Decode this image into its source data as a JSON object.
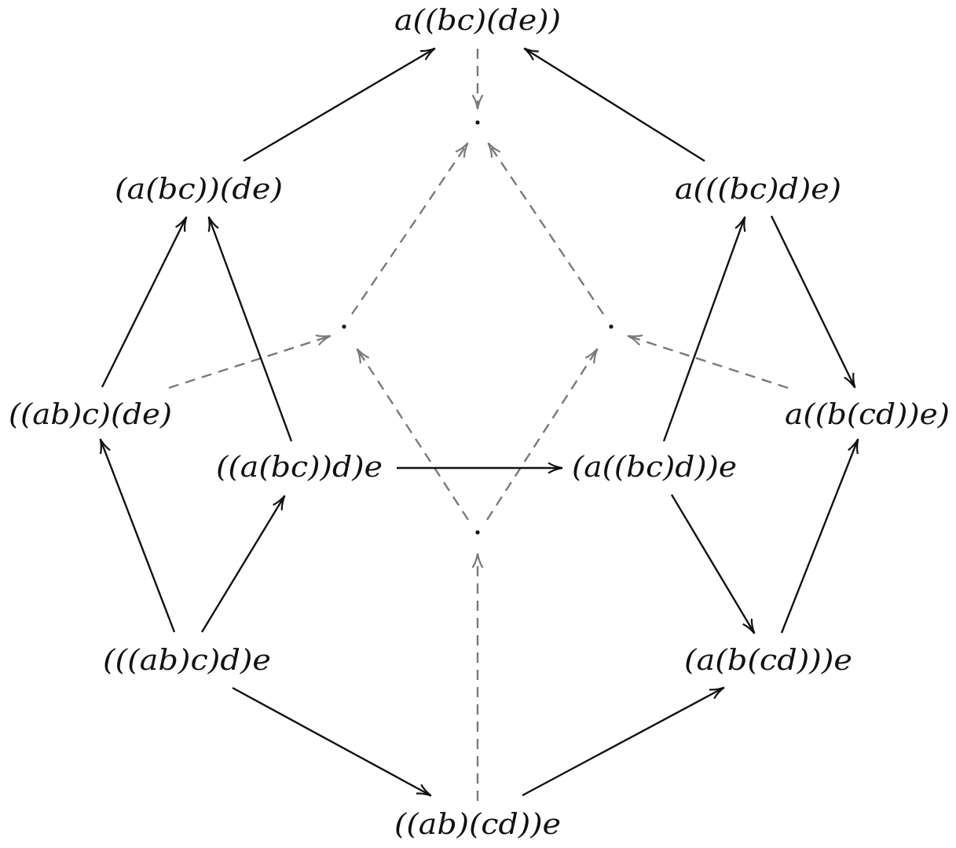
{
  "diagram": {
    "nodes": [
      {
        "id": "n1",
        "label": "a((bc)(de))"
      },
      {
        "id": "n2",
        "label": "(a(bc))(de)"
      },
      {
        "id": "n3",
        "label": "a(((bc)d)e)"
      },
      {
        "id": "n4",
        "label": "((ab)c)(de)"
      },
      {
        "id": "n5",
        "label": "a((b(cd))e)"
      },
      {
        "id": "n6",
        "label": "((a(bc))d)e"
      },
      {
        "id": "n7",
        "label": "(a((bc)d))e"
      },
      {
        "id": "n8",
        "label": "(((ab)c)d)e"
      },
      {
        "id": "n9",
        "label": "(a(b(cd)))e"
      },
      {
        "id": "n10",
        "label": "((ab)(cd))e"
      }
    ],
    "solid_edges": [
      {
        "from": "n2",
        "to": "n1"
      },
      {
        "from": "n3",
        "to": "n1"
      },
      {
        "from": "n4",
        "to": "n2"
      },
      {
        "from": "n6",
        "to": "n2"
      },
      {
        "from": "n7",
        "to": "n3"
      },
      {
        "from": "n3",
        "to": "n5"
      },
      {
        "from": "n8",
        "to": "n4"
      },
      {
        "from": "n8",
        "to": "n6"
      },
      {
        "from": "n6",
        "to": "n7"
      },
      {
        "from": "n7",
        "to": "n9"
      },
      {
        "from": "n9",
        "to": "n5"
      },
      {
        "from": "n8",
        "to": "n10"
      },
      {
        "from": "n10",
        "to": "n9"
      }
    ],
    "dashed_edges": [
      {
        "from": "n1",
        "to": "d_top"
      },
      {
        "from": "d_left",
        "to": "d_top"
      },
      {
        "from": "d_right",
        "to": "d_top"
      },
      {
        "from": "n4",
        "to": "d_left"
      },
      {
        "from": "n5",
        "to": "d_right"
      },
      {
        "from": "d_bottom",
        "to": "d_left"
      },
      {
        "from": "d_bottom",
        "to": "d_right"
      },
      {
        "from": "n10",
        "to": "d_bottom"
      }
    ],
    "dots": [
      "d_top",
      "d_left",
      "d_right",
      "d_bottom"
    ],
    "colors": {
      "solid": "#111111",
      "dashed": "#7a7a7a"
    }
  }
}
